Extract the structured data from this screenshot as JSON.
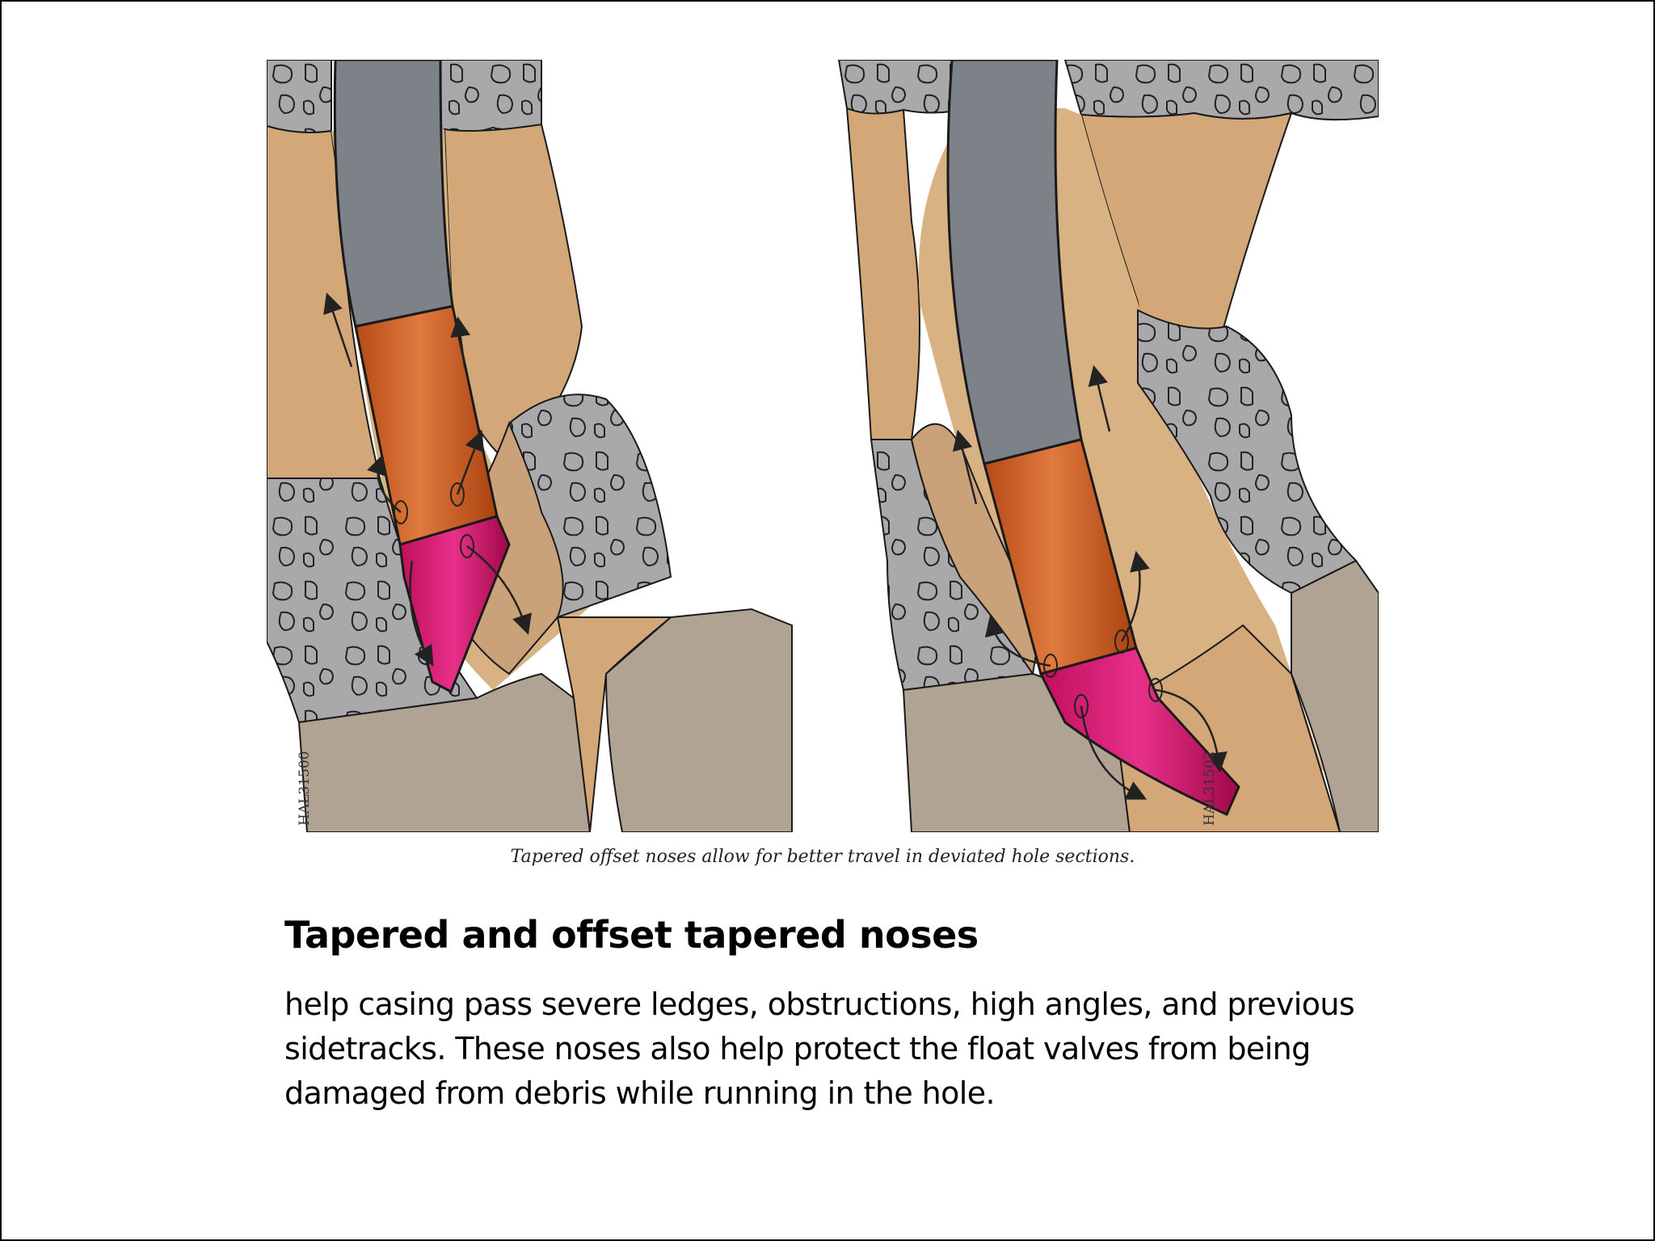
{
  "figure": {
    "left_id": "HAL31500",
    "right_id": "HAL31502",
    "caption": "Tapered offset noses allow for better travel in deviated hole sections.",
    "colors": {
      "formation": "#d3a778",
      "rock": "#a9a9ab",
      "lower_rock": "#b0a394",
      "casing": "#7d8188",
      "shoe": "#c85c24",
      "nose": "#d8186e",
      "outline": "#1a1a1a"
    }
  },
  "slide": {
    "heading": "Tapered and offset tapered noses",
    "body_lines": [
      "help casing pass severe ledges, obstructions, high angles, and previous",
      "sidetracks. These noses also help protect  the float valves from being",
      "damaged from debris while running in the hole."
    ]
  }
}
